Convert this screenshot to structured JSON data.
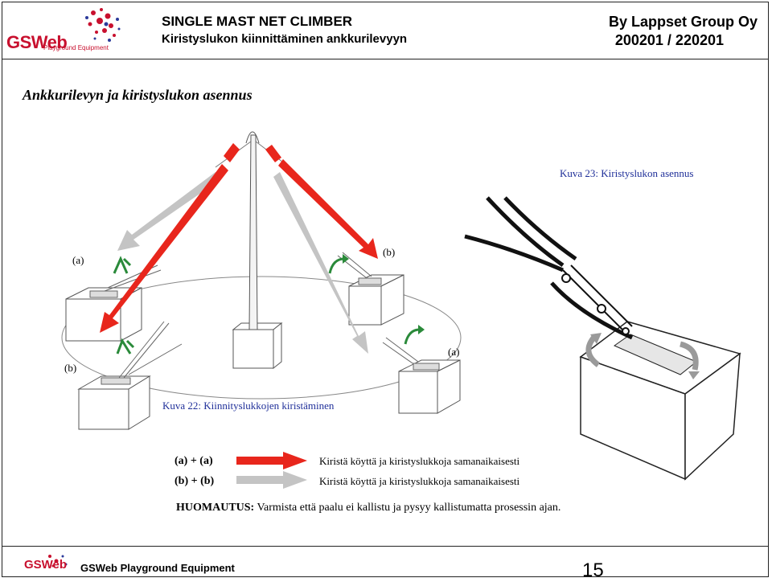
{
  "header": {
    "logo_text": "GSWeb",
    "logo_sub": "Playground Equipment",
    "title": "SINGLE MAST NET CLIMBER",
    "subtitle": "Kiristyslukon kiinnittäminen ankkurilevyyn",
    "company": "By Lappset Group Oy",
    "product_code": "200201 / 220201"
  },
  "section_title": "Ankkurilevyn ja kiristyslukon asennus",
  "figure22": {
    "caption": "Kuva 22: Kiinnityslukkojen kiristäminen",
    "labels": {
      "top_left": "(a)",
      "top_right": "(b)",
      "bottom_left": "(b)",
      "bottom_right": "(a)"
    }
  },
  "figure23": {
    "caption": "Kuva 23: Kiristyslukon asennus"
  },
  "legend": [
    {
      "key": "(a) + (a)",
      "text": "Kiristä köyttä ja kiristyslukkoja samanaikaisesti",
      "color": "#e8261c"
    },
    {
      "key": "(b) + (b)",
      "text": "Kiristä köyttä ja kiristyslukkoja samanaikaisesti",
      "color": "#c8c8c8"
    }
  ],
  "note": {
    "label": "HUOMAUTUS:",
    "text": " Varmista että paalu ei kallistu ja pysyy kallistumatta prosessin ajan."
  },
  "footer": {
    "logo_text": "GSWeb",
    "company_text": "GSWeb Playground Equipment",
    "page_number": "15"
  },
  "colors": {
    "red_arrow": "#e8261c",
    "grey_arrow": "#c4c4c4",
    "caption_blue": "#1f2f99",
    "green_rotate": "#2a8a3a",
    "logo_red": "#c8102e"
  }
}
